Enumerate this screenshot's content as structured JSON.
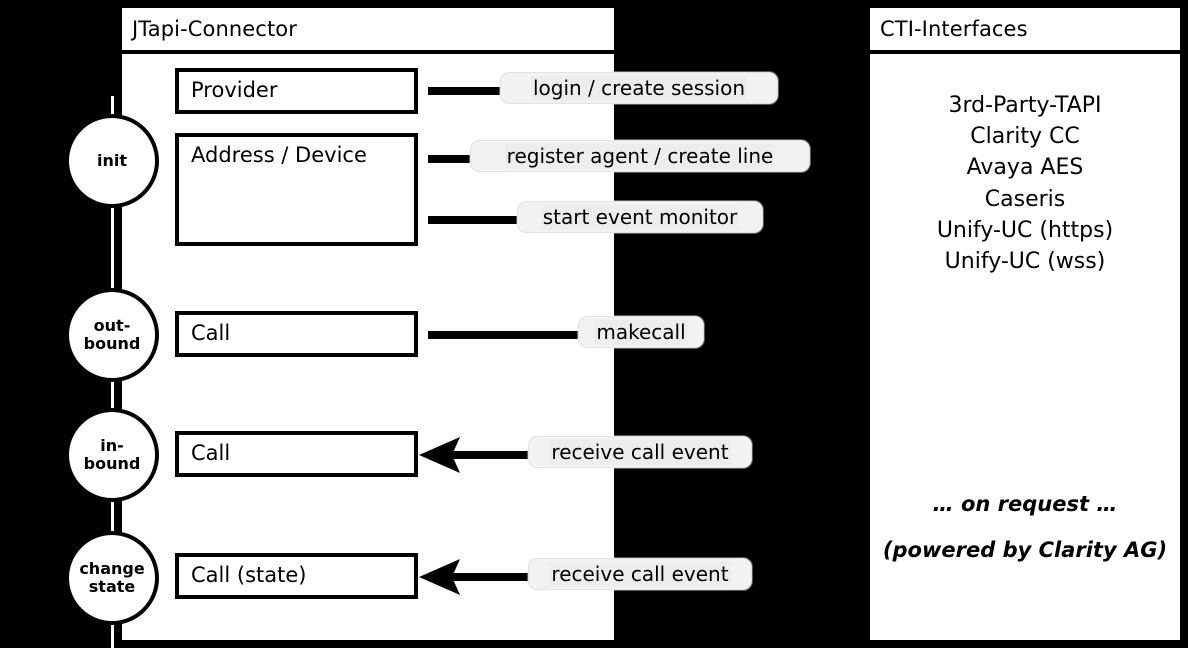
{
  "connector_panel": {
    "title": "JTapi-Connector",
    "entities": [
      {
        "name": "Provider",
        "label": "Provider"
      },
      {
        "name": "Address / Device",
        "label": "Address / Device"
      },
      {
        "name": "Call (outbound)",
        "label": "Call"
      },
      {
        "name": "Call (inbound)",
        "label": "Call"
      },
      {
        "name": "Call (state)",
        "label": "Call (state)"
      }
    ],
    "stages": [
      {
        "id": "init",
        "lines": [
          "init"
        ]
      },
      {
        "id": "outbound",
        "lines": [
          "out-",
          "bound"
        ]
      },
      {
        "id": "inbound",
        "lines": [
          "in-",
          "bound"
        ]
      },
      {
        "id": "change-state",
        "lines": [
          "change",
          "state"
        ]
      }
    ],
    "messages": [
      {
        "id": "login-create-session",
        "label": "login / create session",
        "direction": "right"
      },
      {
        "id": "register-agent-create-line",
        "label": "register agent / create line",
        "direction": "right"
      },
      {
        "id": "start-event-monitor",
        "label": "start event monitor",
        "direction": "right"
      },
      {
        "id": "makecall",
        "label": "makecall",
        "direction": "right"
      },
      {
        "id": "receive-call-event-inbound",
        "label": "receive call event",
        "direction": "left"
      },
      {
        "id": "receive-call-event-state",
        "label": "receive call event",
        "direction": "left"
      }
    ]
  },
  "cti_panel": {
    "title": "CTI-Interfaces",
    "interfaces": [
      "3rd-Party-TAPI",
      "Clarity CC",
      "Avaya AES",
      "Caseris",
      "Unify-UC (https)",
      "Unify-UC (wss)"
    ],
    "note_line_1": "… on request …",
    "note_line_2": "(powered by Clarity AG)"
  },
  "colors": {
    "background": "#000000",
    "panel_fill": "#ffffff",
    "stroke": "#000000",
    "pill_fill": "#f2f2f2"
  }
}
